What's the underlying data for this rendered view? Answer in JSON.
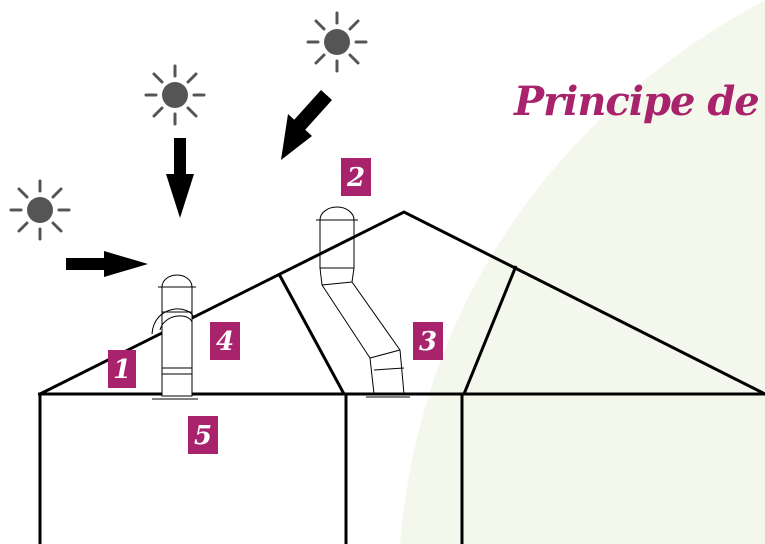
{
  "title": "Principe de f",
  "labels": [
    "1",
    "2",
    "3",
    "4",
    "5"
  ],
  "icons": [
    "sun-icon",
    "arrow-icon"
  ],
  "colors": {
    "accent": "#a8226c",
    "sun": "#555555",
    "line": "#000000",
    "glow": "#f4f8ec"
  }
}
